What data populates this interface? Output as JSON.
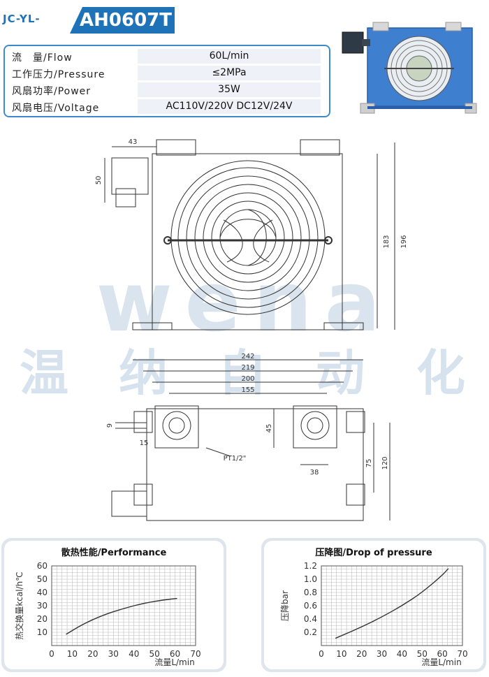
{
  "header": {
    "prefix": "JC-YL-",
    "model": "AH0607T"
  },
  "specs": [
    {
      "label": "流　量/Flow",
      "value": "60L/min"
    },
    {
      "label": "工作压力/Pressure",
      "value": "≤2MPa"
    },
    {
      "label": "风扇功率/Power",
      "value": "35W"
    },
    {
      "label": "风扇电压/Voltage",
      "value": "AC110V/220V  DC12V/24V"
    }
  ],
  "watermark": {
    "latin": "wena",
    "chinese": [
      "温",
      "纳",
      "自",
      "动",
      "化"
    ]
  },
  "drawing_front": {
    "dims": {
      "terminal_width": "43",
      "terminal_height": "50",
      "height_inner": "183",
      "height_outer": "196"
    }
  },
  "drawing_widths": [
    "242",
    "219",
    "200",
    "155"
  ],
  "drawing_bottom": {
    "dims": {
      "slot_w": "9",
      "slot_off": "15",
      "port_h": "45",
      "port_w": "38",
      "v1": "75",
      "v2": "120"
    },
    "thread": "PT1/2\""
  },
  "colors": {
    "brand_blue": "#1e72b8",
    "frame_blue": "#3d8bcc",
    "watermark": "#c9d9e8"
  },
  "performance": {
    "title": "散热性能/Performance",
    "ylabel": "热交换量kcal/h℃",
    "xlabel": "流量L/min"
  },
  "pressure_drop": {
    "title": "压降图/Drop of pressure",
    "ylabel": "压降bar",
    "xlabel": "流量L/min"
  },
  "chart_data": [
    {
      "type": "line",
      "title": "散热性能/Performance",
      "xlabel": "流量L/min",
      "ylabel": "热交换量kcal/h℃",
      "xlim": [
        0,
        70
      ],
      "ylim": [
        0,
        60
      ],
      "xticks": [
        0,
        10,
        20,
        30,
        40,
        50,
        60,
        70
      ],
      "yticks": [
        10,
        20,
        30,
        40,
        50,
        60
      ],
      "grid": true,
      "series": [
        {
          "x": [
            7,
            15,
            25,
            35,
            45,
            55,
            61
          ],
          "y": [
            8.5,
            16,
            23,
            28,
            32,
            34.5,
            35.5
          ]
        }
      ]
    },
    {
      "type": "line",
      "title": "压降图/Drop of pressure",
      "xlabel": "流量L/min",
      "ylabel": "压降bar",
      "xlim": [
        0,
        70
      ],
      "ylim": [
        0,
        1.2
      ],
      "xticks": [
        0,
        10,
        20,
        30,
        40,
        50,
        60,
        70
      ],
      "yticks": [
        0.2,
        0.4,
        0.6,
        0.8,
        1.0,
        1.2
      ],
      "grid": true,
      "series": [
        {
          "x": [
            7,
            20,
            30,
            40,
            50,
            60,
            63
          ],
          "y": [
            0.11,
            0.28,
            0.43,
            0.6,
            0.8,
            1.06,
            1.16
          ]
        }
      ]
    }
  ]
}
